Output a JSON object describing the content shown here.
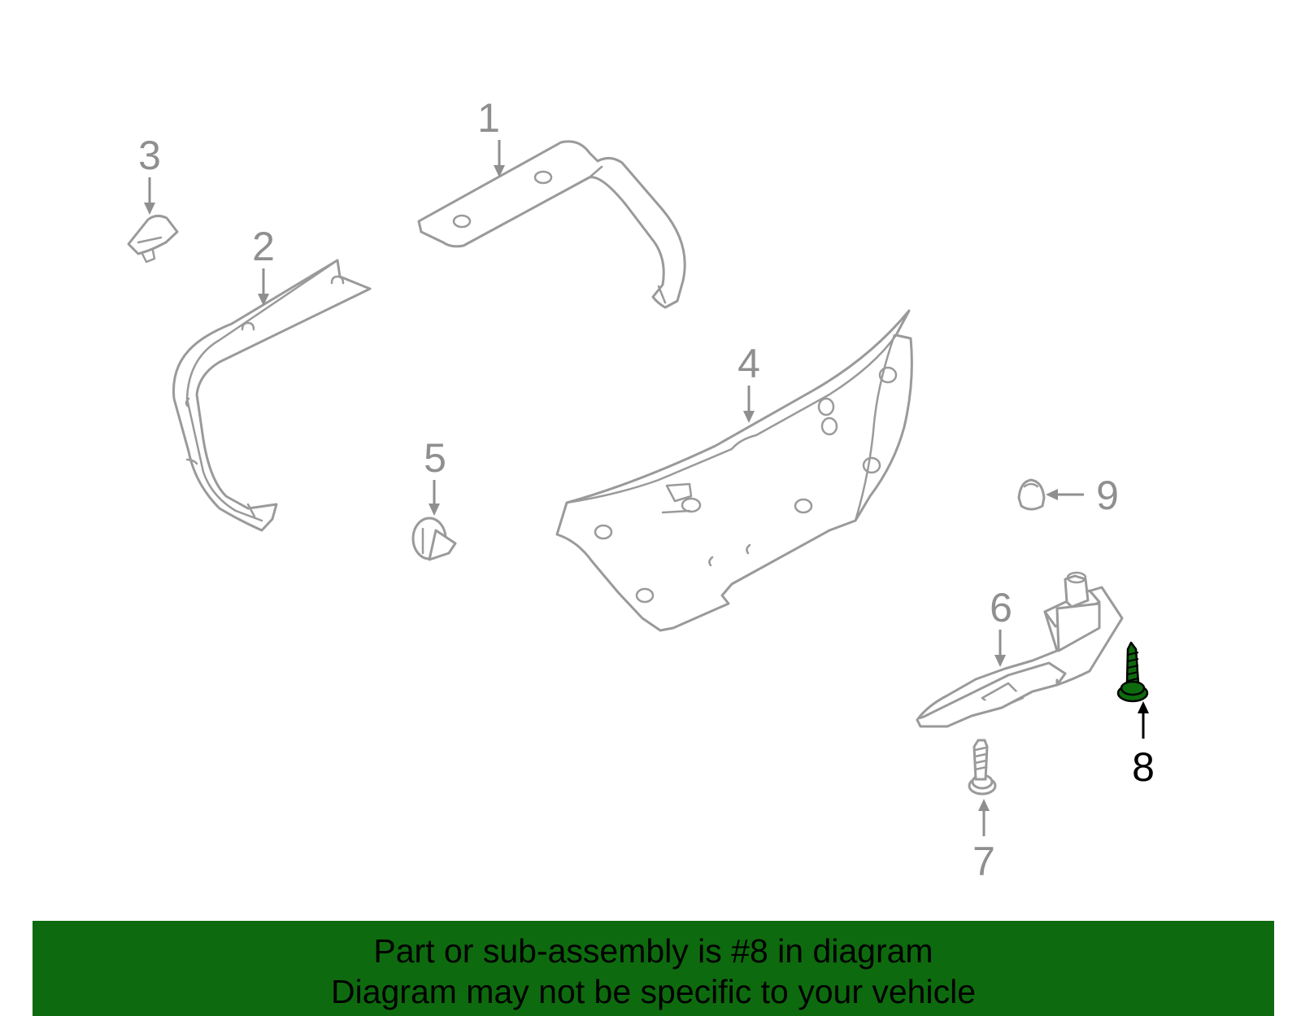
{
  "diagram": {
    "highlighted_part": "8",
    "highlight_color": "#0e6a0e",
    "parts": [
      {
        "number": "1",
        "name": "trim-1"
      },
      {
        "number": "2",
        "name": "trim-2"
      },
      {
        "number": "3",
        "name": "clip-3"
      },
      {
        "number": "4",
        "name": "panel-4"
      },
      {
        "number": "5",
        "name": "retainer-5"
      },
      {
        "number": "6",
        "name": "bracket-6"
      },
      {
        "number": "7",
        "name": "screw-7"
      },
      {
        "number": "8",
        "name": "screw-8"
      },
      {
        "number": "9",
        "name": "cap-9"
      }
    ]
  },
  "banner": {
    "line1": "Part or sub-assembly is #8 in diagram",
    "line2": "Diagram may not be specific to your vehicle",
    "background": "#0e6a0e"
  }
}
